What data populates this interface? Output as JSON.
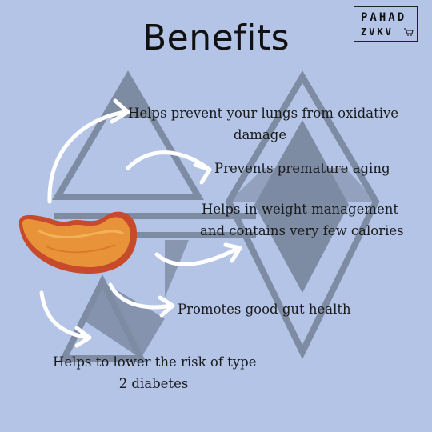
{
  "title": "Benefits",
  "logo": {
    "line1": "PAHAD",
    "line2": "ZVKV"
  },
  "benefits": [
    {
      "line1": "Helps prevent your lungs from oxidative",
      "line2": "damage"
    },
    {
      "line1": "Prevents premature aging"
    },
    {
      "line1": "Helps in weight management",
      "line2": "and contains very few calories"
    },
    {
      "line1": "Promotes good gut health"
    },
    {
      "line1": "Helps to lower the risk of type",
      "line2": "2 diabetes"
    }
  ],
  "colors": {
    "background": "#b3c4e6",
    "shape_fill": "#7d8ba3",
    "arrow": "#ffffff",
    "apricot": "#e8933a",
    "apricot_skin": "#c74a2c"
  }
}
